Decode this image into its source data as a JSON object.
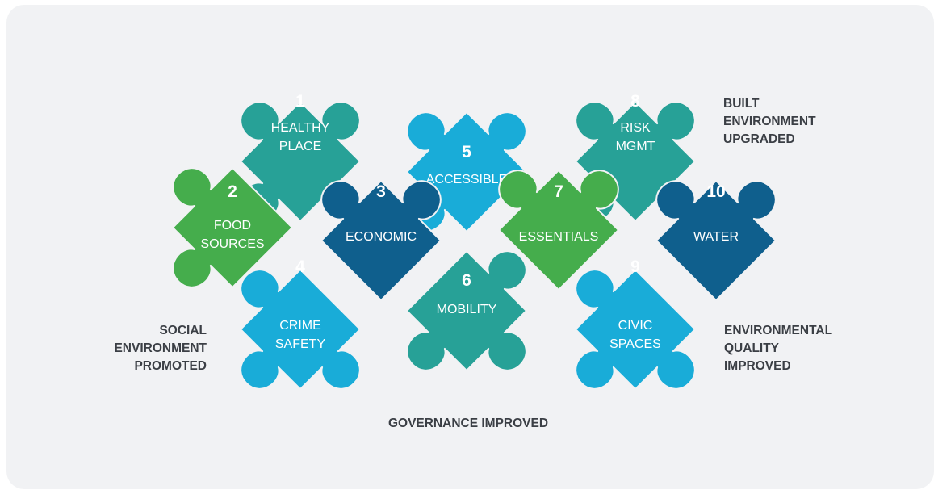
{
  "colors": {
    "teal": "#27a197",
    "green": "#45ad4c",
    "navy": "#0f5f8d",
    "sky": "#19acd8",
    "background": "#f1f2f4",
    "label_text": "#3b3f45"
  },
  "pieces": [
    {
      "id": "1",
      "number": "1",
      "lines": [
        "HEALTHY",
        "PLACE"
      ],
      "color": "teal"
    },
    {
      "id": "2",
      "number": "2",
      "lines": [
        "FOOD",
        "SOURCES"
      ],
      "color": "green"
    },
    {
      "id": "3",
      "number": "3",
      "lines": [
        "ECONOMIC"
      ],
      "color": "navy"
    },
    {
      "id": "4",
      "number": "4",
      "lines": [
        "CRIME",
        "SAFETY"
      ],
      "color": "sky"
    },
    {
      "id": "5",
      "number": "5",
      "lines": [
        "ACCESSIBLE"
      ],
      "color": "sky"
    },
    {
      "id": "6",
      "number": "6",
      "lines": [
        "MOBILITY"
      ],
      "color": "teal"
    },
    {
      "id": "7",
      "number": "7",
      "lines": [
        "ESSENTIALS"
      ],
      "color": "green"
    },
    {
      "id": "8",
      "number": "8",
      "lines": [
        "RISK",
        "MGMT"
      ],
      "color": "teal"
    },
    {
      "id": "9",
      "number": "9",
      "lines": [
        "CIVIC",
        "SPACES"
      ],
      "color": "sky"
    },
    {
      "id": "10",
      "number": "10",
      "lines": [
        "WATER"
      ],
      "color": "navy"
    }
  ],
  "group_labels": {
    "built": [
      "BUILT",
      "ENVIRONMENT",
      "UPGRADED"
    ],
    "social": [
      "SOCIAL",
      "ENVIRONMENT",
      "PROMOTED"
    ],
    "environmental": [
      "ENVIRONMENTAL",
      "QUALITY",
      "IMPROVED"
    ],
    "governance": [
      "GOVERNANCE IMPROVED"
    ]
  }
}
